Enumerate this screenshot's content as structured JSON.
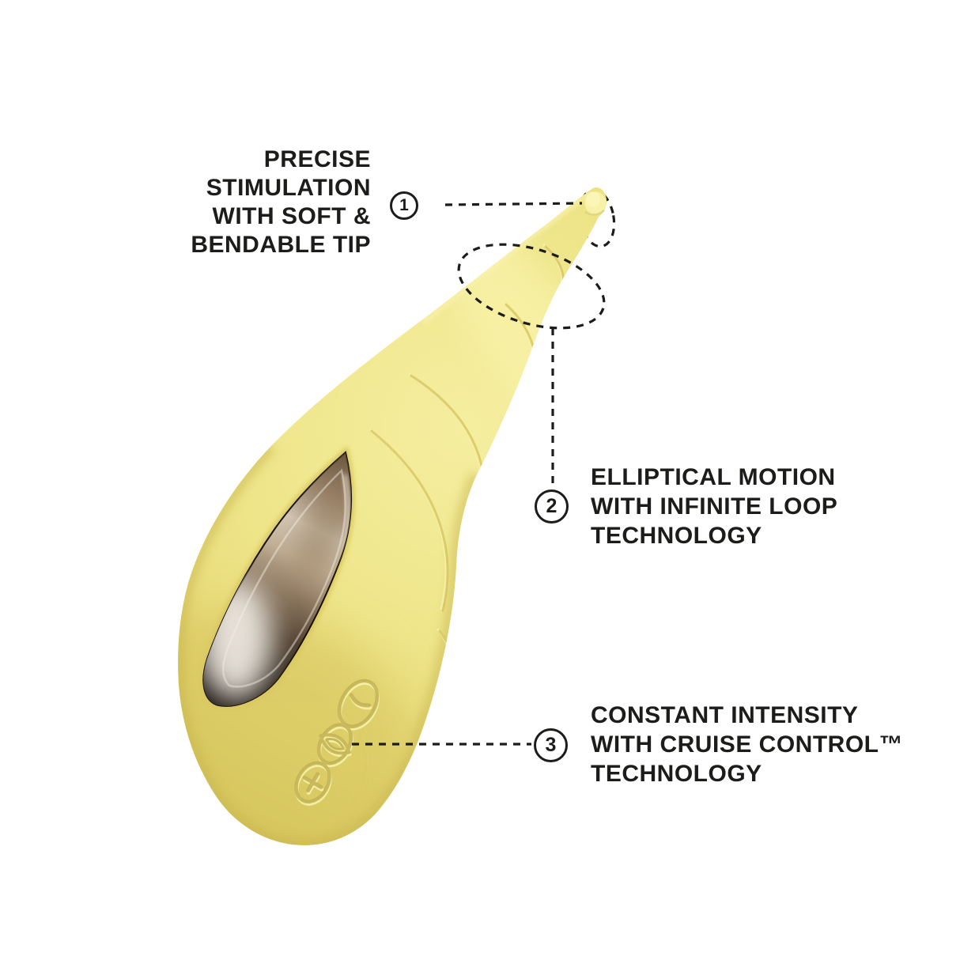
{
  "page": {
    "background_color": "#ffffff",
    "annotation_color": "#1c1c1a"
  },
  "device": {
    "body_color": "#eee387",
    "body_highlight_color": "#f7f0a4",
    "body_shadow_color": "#d5c35c",
    "tip_color": "#f8f2a8",
    "panel_dark_color": "#241b12",
    "panel_light_color": "#d7ccba"
  },
  "callouts": [
    {
      "number": "1",
      "lines": [
        "PRECISE",
        "STIMULATION",
        "WITH SOFT &",
        "BENDABLE TIP"
      ]
    },
    {
      "number": "2",
      "lines": [
        "ELLIPTICAL MOTION",
        "WITH INFINITE LOOP",
        "TECHNOLOGY"
      ]
    },
    {
      "number": "3",
      "lines": [
        "CONSTANT INTENSITY",
        "WITH CRUISE CONTROL™",
        "TECHNOLOGY"
      ]
    }
  ]
}
